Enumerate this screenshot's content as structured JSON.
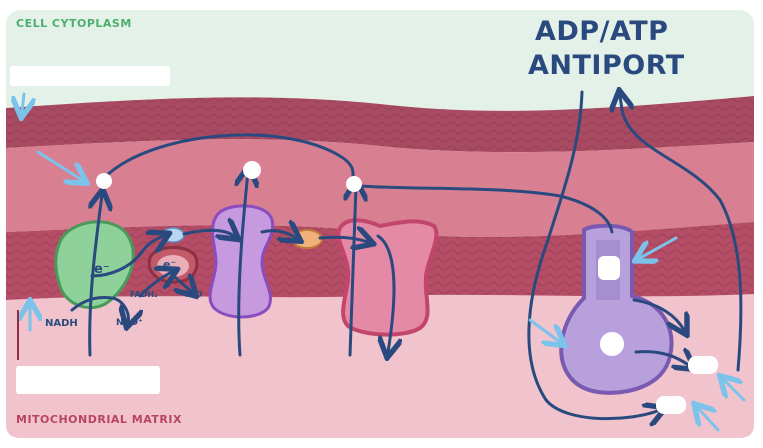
{
  "labels": {
    "cytoplasm": "CELL CYTOPLASM",
    "matrix": "MITOCHONDRIAL MATRIX",
    "antiport_line1": "ADP/ATP",
    "antiport_line2": "ANTIPORT",
    "nadh": "NADH",
    "nad_plus": "NAD⁺",
    "fadh2": "FADH₂",
    "fad": "FAD",
    "electron_1": "e⁻",
    "electron_2": "e⁻"
  },
  "colors": {
    "cytoplasm_bg": "#e4f1e8",
    "outer_membrane_band": "#a84a61",
    "intermembrane_space": "#d97f92",
    "inner_membrane_band": "#b54d66",
    "matrix_bg": "#f1c3cd",
    "arrow_dark": "#2a4a7f",
    "arrow_light": "#7cc3ec",
    "complex_1": "#8fd19b",
    "complex_2": "#c25a68",
    "complex_3": "#c79ae0",
    "complex_4": "#e58aa6",
    "cytochrome_c": "#f0b27a",
    "coenzyme_q": "#b8d6f0",
    "antiporter": "#b7a0dc"
  }
}
